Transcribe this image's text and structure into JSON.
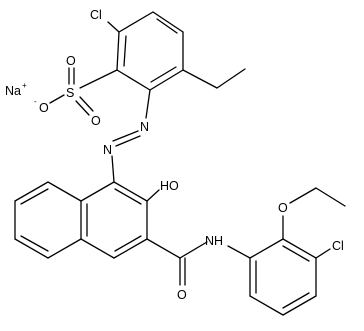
{
  "molecule": {
    "counterion": {
      "symbol": "Na",
      "charge": "+"
    },
    "sulfonate": {
      "s": "S",
      "o_top": "O",
      "o_right": "O",
      "o_minus": "O",
      "charge": "-"
    },
    "cl_top": "Cl",
    "azo": {
      "n1": "N",
      "n2": "N"
    },
    "hydroxyl": "HO",
    "amide": {
      "o": "O",
      "nh": "NH"
    },
    "ethoxy_o": "O",
    "cl_bottom": "Cl"
  }
}
